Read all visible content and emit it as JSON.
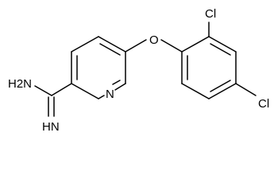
{
  "diagram": {
    "type": "chemical-structure",
    "atom_labels": {
      "amine": "H2N",
      "imine": "HN",
      "pyridine_n": "N",
      "ether_o": "O",
      "cl_ortho": "Cl",
      "cl_para": "Cl"
    }
  },
  "colors": {
    "bond": "#000000",
    "text": "#000000",
    "background": "#ffffff"
  }
}
